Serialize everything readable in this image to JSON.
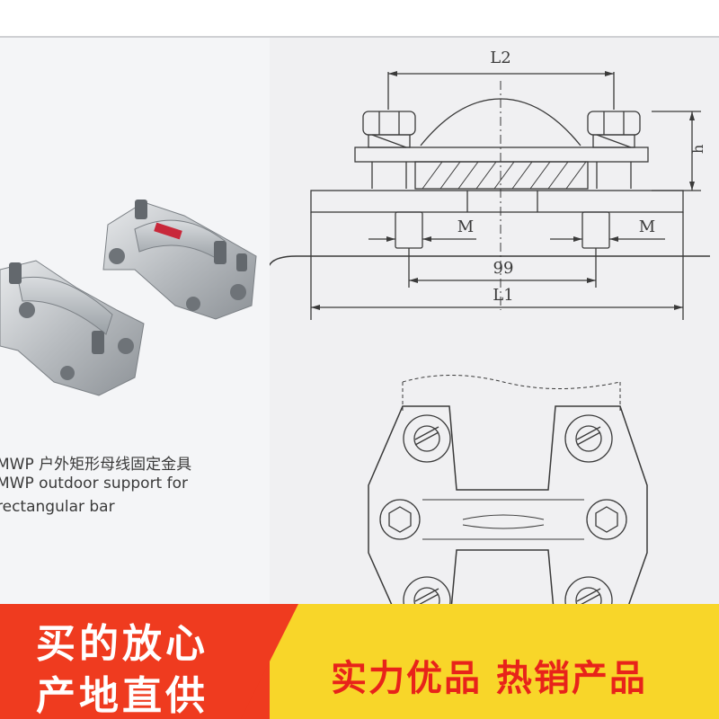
{
  "caption": {
    "line_cn": "MWP 户外矩形母线固定金具",
    "line_en1": "MWP outdoor support for",
    "line_en2": "rectangular bar"
  },
  "diagram_labels": {
    "l2": "L2",
    "h": "h",
    "m_left": "M",
    "m_right": "M",
    "dim_99": "99",
    "l1": "L1"
  },
  "banner": {
    "left_line1": "买的放心",
    "left_line2": "产地直供",
    "right_slogan": "实力优品 热销产品"
  },
  "colors": {
    "banner_red": "#ef3b1f",
    "banner_yellow": "#f8d629",
    "slogan_red": "#e8231a"
  }
}
